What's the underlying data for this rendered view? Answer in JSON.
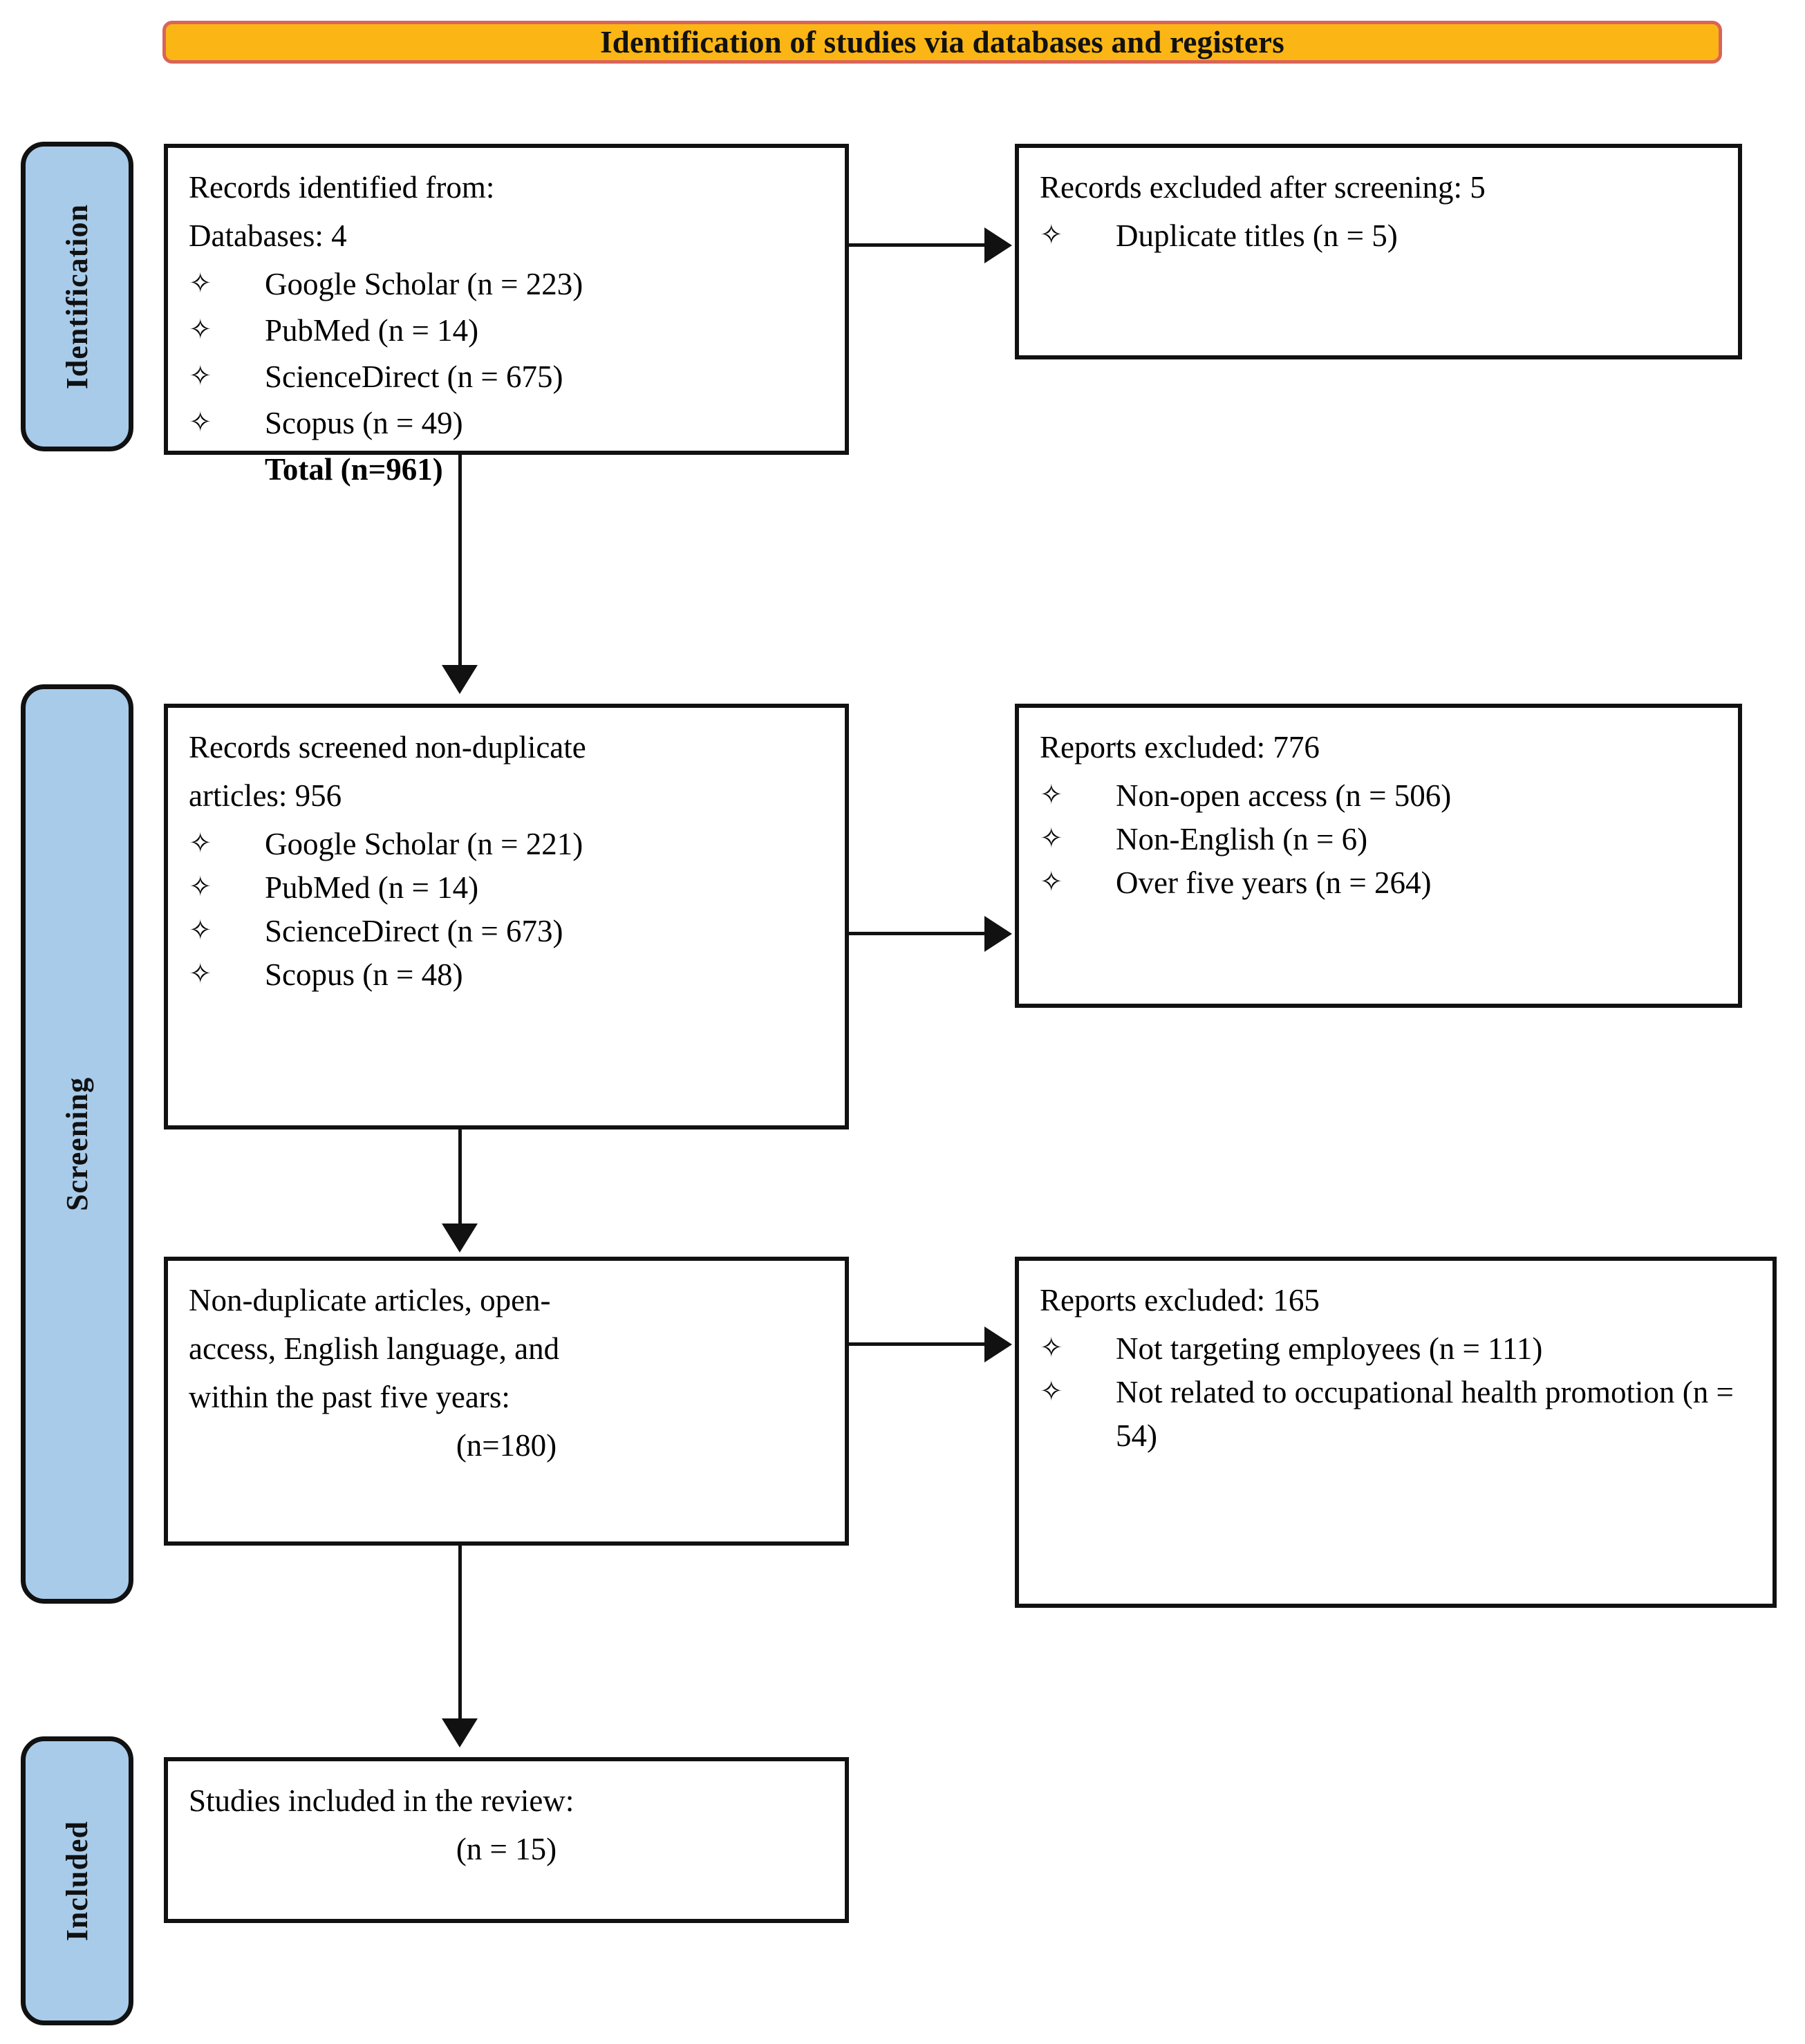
{
  "banner": {
    "title": "Identification of studies via databases and registers",
    "fill_color": "#FBB615",
    "border_color": "#D96459"
  },
  "stage_tabs": [
    {
      "label": "Identification",
      "fill_color": "#A8CBEA"
    },
    {
      "label": "Screening",
      "fill_color": "#A8CBEA"
    },
    {
      "label": "Included",
      "fill_color": "#A8CBEA"
    }
  ],
  "boxes": {
    "identified": {
      "line1": "Records identified from:",
      "line2": "Databases: 4",
      "bullets": [
        "Google Scholar (n = 223)",
        "PubMed (n = 14)",
        "ScienceDirect (n = 675)",
        "Scopus (n = 49)"
      ],
      "total": "Total (n=961)"
    },
    "excluded_1": {
      "heading": "Records excluded after screening: 5",
      "bullets": [
        "Duplicate titles (n = 5)"
      ]
    },
    "screened": {
      "line1": "Records screened non-duplicate",
      "line2": "articles: 956",
      "bullets": [
        "Google Scholar (n = 221)",
        "PubMed (n = 14)",
        "ScienceDirect (n = 673)",
        "Scopus (n = 48)"
      ]
    },
    "excluded_2": {
      "heading": "Reports excluded: 776",
      "bullets": [
        "Non-open access (n = 506)",
        "Non-English (n = 6)",
        "Over five years (n = 264)"
      ]
    },
    "eligible": {
      "line1": "Non-duplicate articles, open-",
      "line2": "access, English language, and",
      "line3": "within the past five years:",
      "count": "(n=180)"
    },
    "excluded_3": {
      "heading": "Reports excluded: 165",
      "bullets": [
        "Not targeting employees (n = 111)",
        "Not related to occupational health promotion (n = 54)"
      ]
    },
    "included": {
      "line1": "Studies included in the review:",
      "count": "(n = 15)"
    }
  },
  "icons": {
    "diamond_bullet": "✧"
  }
}
